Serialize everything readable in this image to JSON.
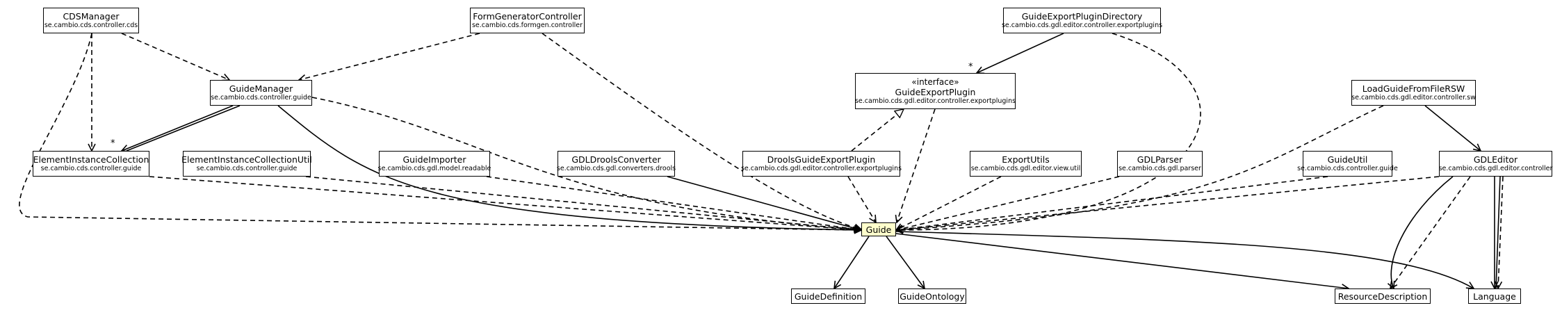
{
  "nodes": {
    "cdsmanager": {
      "name": "CDSManager",
      "package": "se.cambio.cds.controller.cds"
    },
    "formgenerator": {
      "name": "FormGeneratorController",
      "package": "se.cambio.cds.formgen.controller"
    },
    "exportdir": {
      "name": "GuideExportPluginDirectory",
      "package": "se.cambio.cds.gdl.editor.controller.exportplugins"
    },
    "exportplugin": {
      "stereotype": "«interface»",
      "name": "GuideExportPlugin",
      "package": "se.cambio.cds.gdl.editor.controller.exportplugins"
    },
    "loadguide": {
      "name": "LoadGuideFromFileRSW",
      "package": "se.cambio.cds.gdl.editor.controller.sw"
    },
    "guidemanager": {
      "name": "GuideManager",
      "package": "se.cambio.cds.controller.guide"
    },
    "eic": {
      "name": "ElementInstanceCollection",
      "package": "se.cambio.cds.controller.guide"
    },
    "eicutil": {
      "name": "ElementInstanceCollectionUtil",
      "package": "se.cambio.cds.controller.guide"
    },
    "importer": {
      "name": "GuideImporter",
      "package": "se.cambio.cds.gdl.model.readable"
    },
    "drools": {
      "name": "GDLDroolsConverter",
      "package": "se.cambio.cds.gdl.converters.drools"
    },
    "droolsexport": {
      "name": "DroolsGuideExportPlugin",
      "package": "se.cambio.cds.gdl.editor.controller.exportplugins"
    },
    "exportutils": {
      "name": "ExportUtils",
      "package": "se.cambio.cds.gdl.editor.view.util"
    },
    "gdlparser": {
      "name": "GDLParser",
      "package": "se.cambio.cds.gdl.parser"
    },
    "guideutil": {
      "name": "GuideUtil",
      "package": "se.cambio.cds.controller.guide"
    },
    "gdleditor": {
      "name": "GDLEditor",
      "package": "se.cambio.cds.gdl.editor.controller"
    },
    "guide": {
      "name": "Guide"
    },
    "guidedef": {
      "name": "GuideDefinition"
    },
    "ontology": {
      "name": "GuideOntology"
    },
    "resdesc": {
      "name": "ResourceDescription"
    },
    "language": {
      "name": "Language"
    }
  },
  "multiplicities": {
    "eic": "*",
    "exportplugin": "*"
  },
  "colors": {
    "focus_fill": "#ffffcc",
    "line": "#000000",
    "background": "#ffffff"
  }
}
